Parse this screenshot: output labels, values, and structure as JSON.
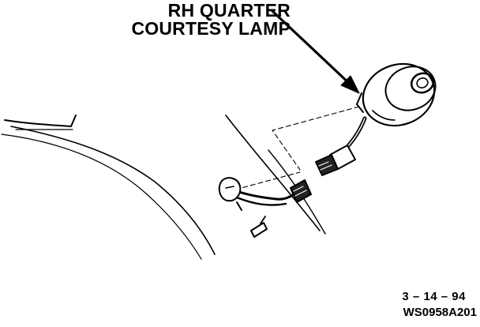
{
  "callout": {
    "line1": "RH QUARTER",
    "line2": "COURTESY LAMP"
  },
  "footer": {
    "date": "3 – 14 – 94",
    "figure_code": "WS0958A201"
  }
}
